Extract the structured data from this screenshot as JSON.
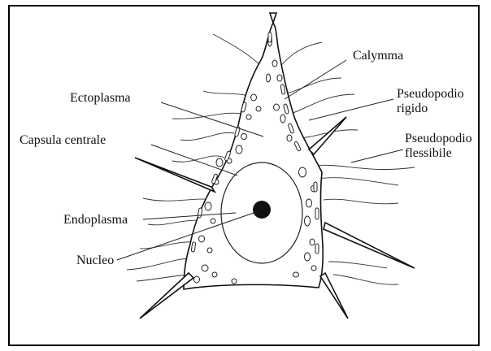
{
  "labels": {
    "calymma": "Calymma",
    "ectoplasma": "Ectoplasma",
    "pseudopodio_rigido_1": "Pseudopodio",
    "pseudopodio_rigido_2": "rigido",
    "capsula_centrale": "Capsula centrale",
    "pseudopodio_flessibile_1": "Pseudopodio",
    "pseudopodio_flessibile_2": "flessibile",
    "endoplasma": "Endoplasma",
    "nucleo": "Nucleo"
  }
}
